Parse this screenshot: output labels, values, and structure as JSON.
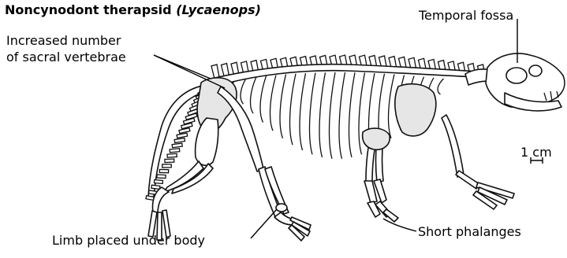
{
  "title": {
    "main": "Noncynodont therapsid ",
    "taxon": "(Lycaenops)"
  },
  "labels": {
    "sacral_line1": "Increased number",
    "sacral_line2": "of sacral vertebrae",
    "temporal": "Temporal fossa",
    "limb": "Limb placed under body",
    "phalanges": "Short phalanges",
    "scale": "1 cm"
  }
}
